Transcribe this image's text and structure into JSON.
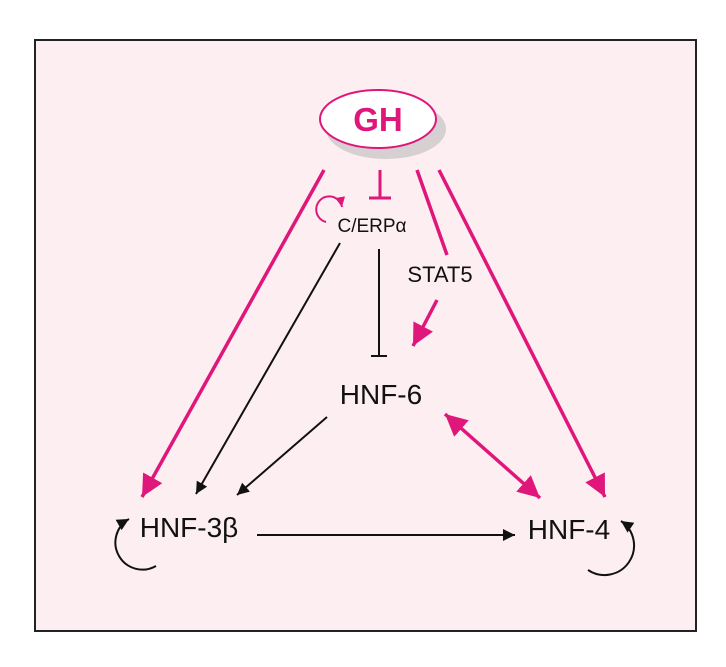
{
  "nodes": {
    "gh": "GH",
    "cebpa": "C/ERPα",
    "stat5": "STAT5",
    "hnf6": "HNF-6",
    "hnf3b": "HNF-3β",
    "hnf4": "HNF-4"
  },
  "colors": {
    "panel_background": "#fdeef1",
    "panel_border": "#222222",
    "gh_accent": "#e0177a",
    "regulation_black": "#111111"
  },
  "edges": [
    {
      "from": "GH",
      "to": "HNF-3β",
      "type": "activation",
      "color": "magenta"
    },
    {
      "from": "GH",
      "to": "C/ERPα",
      "type": "inhibition",
      "color": "magenta"
    },
    {
      "from": "GH",
      "to": "HNF-6",
      "via": "STAT5",
      "type": "activation",
      "color": "magenta"
    },
    {
      "from": "GH",
      "to": "HNF-4",
      "type": "activation",
      "color": "magenta"
    },
    {
      "from": "C/ERPα",
      "to": "C/ERPα",
      "type": "self-activation",
      "color": "magenta"
    },
    {
      "from": "C/ERPα",
      "to": "HNF-3β",
      "type": "activation",
      "color": "black"
    },
    {
      "from": "C/ERPα",
      "to": "HNF-6",
      "type": "inhibition",
      "color": "black"
    },
    {
      "from": "HNF-6",
      "to": "HNF-3β",
      "type": "activation",
      "color": "black"
    },
    {
      "from": "HNF-6",
      "to": "HNF-4",
      "type": "bidirectional-activation",
      "color": "magenta"
    },
    {
      "from": "HNF-3β",
      "to": "HNF-4",
      "type": "activation",
      "color": "black"
    },
    {
      "from": "HNF-3β",
      "to": "HNF-3β",
      "type": "self-activation",
      "color": "black"
    },
    {
      "from": "HNF-4",
      "to": "HNF-4",
      "type": "self-activation",
      "color": "black"
    }
  ]
}
